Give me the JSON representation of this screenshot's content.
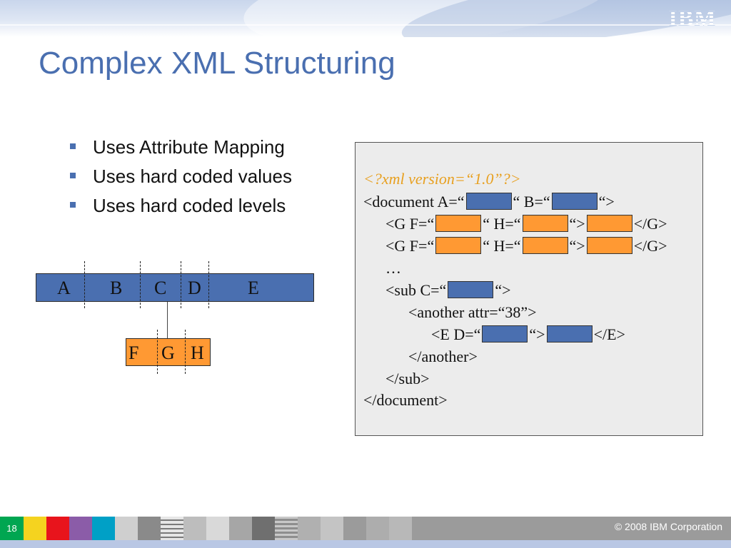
{
  "brand": {
    "logo_text": "IBM",
    "accent": "#4a6fb0",
    "orange": "#ff9933"
  },
  "slide": {
    "title": "Complex XML Structuring",
    "bullets": [
      "Uses Attribute Mapping",
      "Uses hard coded values",
      "Uses hard coded levels"
    ]
  },
  "diagram": {
    "top_segments": [
      "A",
      "B",
      "C",
      "D",
      "E"
    ],
    "bottom_segments": [
      "F",
      "G",
      "H"
    ]
  },
  "code": {
    "declaration": "<?xml version=“1.0”?>",
    "document_open_a": "<document A=“",
    "document_open_b": "“ B=“",
    "document_open_end": "“>",
    "g_open": "<G F=“",
    "g_mid": "“ H=“",
    "g_close_attr": "“>",
    "g_end": "</G>",
    "ellipsis": "…",
    "sub_open": "<sub C=“",
    "sub_close_attr": "“>",
    "another_open": "<another attr=“38”>",
    "e_open": "<E D=“",
    "e_close_attr": "“>",
    "e_end": "</E>",
    "another_close": "</another>",
    "sub_close": "</sub>",
    "document_close": "</document>"
  },
  "footer": {
    "page_number": "18",
    "copyright": "© 2008 IBM Corporation"
  }
}
